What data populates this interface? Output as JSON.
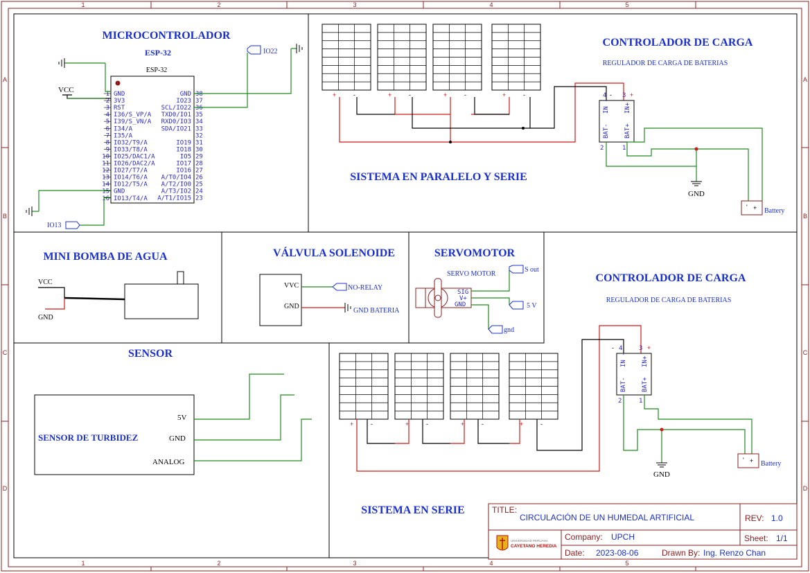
{
  "ruler": {
    "columns": [
      "1",
      "2",
      "3",
      "4",
      "5"
    ],
    "rows": [
      "A",
      "B",
      "C",
      "D"
    ]
  },
  "sections": {
    "microcontroller": "MICROCONTROLADOR",
    "esp_title": "ESP-32",
    "esp_sub": "ESP-32",
    "charge_controller_top": "CONTROLADOR DE CARGA",
    "charge_regulator_top": "REGULADOR DE CARGA DE BATERIAS",
    "parallel_series": "SISTEMA EN PARALELO Y SERIE",
    "pump": "MINI BOMBA DE AGUA",
    "valve": "VÁLVULA SOLENOIDE",
    "servo": "SERVOMOTOR",
    "servo_sub": "SERVO MOTOR",
    "charge_controller_bottom": "CONTROLADOR DE CARGA",
    "charge_regulator_bottom": "REGULADOR DE CARGA DE BATERIAS",
    "sensor": "SENSOR",
    "turbidity": "SENSOR DE TURBIDEZ",
    "series": "SISTEMA EN SERIE"
  },
  "esp_pins": {
    "left_numbers": [
      "1",
      "2",
      "3",
      "4",
      "5",
      "6",
      "7",
      "8",
      "9",
      "10",
      "11",
      "12",
      "13",
      "14",
      "15"
    ],
    "left_names": [
      "GND",
      "3V3",
      "RST",
      "I36/S_VP/A",
      "I39/S_VN/A",
      "I34/A",
      "I35/A",
      "IO32/T9/A",
      "IO33/T8/A",
      "IO25/DAC1/A",
      "IO26/DAC2/A",
      "IO27/T7/A",
      "IO14/T6/A",
      "IO12/T5/A",
      "GND",
      "IO13/T4/A"
    ],
    "left_extra_number": "16",
    "right_numbers": [
      "38",
      "37",
      "36",
      "35",
      "34",
      "33",
      "31",
      "30",
      "29",
      "28",
      "27",
      "26",
      "25",
      "24",
      "23"
    ],
    "right_names": [
      "GND",
      "IO23",
      "SCL/IO22",
      "TXD0/IO1",
      "RXD0/IO3",
      "SDA/IO21",
      "IO19",
      "IO18",
      "IO5",
      "IO17",
      "IO16",
      "A/T0/IO4",
      "A/T2/IO0",
      "A/T3/IO2",
      "A/T1/IO15"
    ],
    "extra_right_number": "32"
  },
  "nets": {
    "io22": "IO22",
    "io13": "IO13",
    "vcc": "VCC",
    "gnd": "GND",
    "pump_vcc": "VCC",
    "pump_gnd": "GND",
    "valve_vvc": "VVC",
    "valve_gnd": "GND",
    "no_relay": "NO-RELAY",
    "gnd_bateria": "GND BATERIA",
    "servo_sig": "SIG",
    "servo_v": "V+",
    "servo_gnd": "GND",
    "s_out": "S out",
    "five_v": "5 V",
    "gnd_low": "gnd",
    "sensor_5v": "5V",
    "sensor_gnd": "GND",
    "sensor_analog": "ANALOG",
    "battery": "Battery",
    "gnd_power": "GND"
  },
  "controller_pins": {
    "in_minus": "IN -",
    "in_plus": "IN+",
    "bat_minus": "BAT-",
    "bat_plus": "BAT+",
    "p4": "4",
    "p3": "3",
    "p2": "2",
    "p1": "1",
    "minus": "-",
    "plus": "+"
  },
  "title_block": {
    "title_label": "TITLE:",
    "title": "CIRCULACIÓN DE UN HUMEDAL ARTIFICIAL",
    "rev_label": "REV:",
    "rev": "1.0",
    "company_label": "Company:",
    "company": "UPCH",
    "sheet_label": "Sheet:",
    "sheet": "1/1",
    "date_label": "Date:",
    "date": "2023-08-06",
    "drawn_label": "Drawn By:",
    "drawn": "Ing. Renzo Chan",
    "logo_line1": "UNIVERSIDAD PERUANA",
    "logo_line2": "CAYETANO HEREDIA"
  },
  "colors": {
    "frame": "#8b1c1c",
    "heading": "#1a2fd0",
    "wire_green": "#1e8a1e",
    "wire_red": "#d01818"
  }
}
